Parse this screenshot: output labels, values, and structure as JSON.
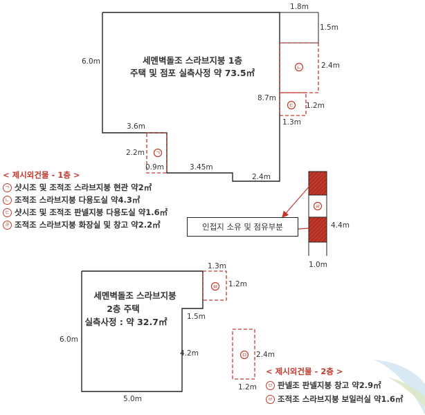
{
  "building1": {
    "title_line1": "세멘벽돌조 스라브지붕 1층",
    "title_line2": "주택 및 점포 실측사정 약 73.5㎡"
  },
  "building2": {
    "title_line1": "세멘벽돌조 스라브지붕",
    "title_line2": "2층 주택",
    "title_line3": "실측사정 : 약 32.7㎡"
  },
  "dimensions": {
    "d_1_8": "1.8m",
    "d_1_5_top": "1.5m",
    "d_6_0_top": "6.0m",
    "d_2_4_right": "2.4m",
    "d_8_7": "8.7m",
    "d_1_2_right": "1.2m",
    "d_1_3_right": "1.3m",
    "d_3_6": "3.6m",
    "d_2_2": "2.2m",
    "d_0_9": "0.9m",
    "d_3_45": "3.45m",
    "d_2_4_bottom": "2.4m",
    "d_4_4": "4.4m",
    "d_1_0": "1.0m",
    "d_1_3_lower": "1.3m",
    "d_1_2_lower": "1.2m",
    "d_1_5_lower": "1.5m",
    "d_6_0_lower": "6.0m",
    "d_4_2": "4.2m",
    "d_5_0": "5.0m",
    "d_2_4_lower": "2.4m",
    "d_1_2_bottom": "1.2m"
  },
  "neighbor_label": "인접지 소유 및 점유부분",
  "legend1": {
    "header": "< 제시외건물 - 1층 >",
    "items": [
      {
        "mark": "ㄱ",
        "text": "샷시조 및 조적조 스라브지붕 현관 약2㎡"
      },
      {
        "mark": "ㄴ",
        "text": "조적조 스라브지붕 다용도실 약4.3㎡"
      },
      {
        "mark": "ㄷ",
        "text": "샷시조 및 조적조 판넬지붕 다용도실 약1.6㎡"
      },
      {
        "mark": "ㄹ",
        "text": "조적조 스라브지붕 화장실 및 창고 약2.2㎡"
      }
    ]
  },
  "legend2": {
    "header": "< 제시외건물 - 2층 >",
    "items": [
      {
        "mark": "ㅁ",
        "text": "판넬조 판넬지붕 창고 약2.9㎡"
      },
      {
        "mark": "ㅂ",
        "text": "조적조 스라브지붕 보일러실 약1.6㎡"
      }
    ]
  },
  "marks": {
    "a": "ㄱ",
    "b": "ㄴ",
    "c": "ㄷ",
    "d": "ㄹ",
    "e": "ㅁ",
    "f": "ㅂ"
  },
  "colors": {
    "dashed": "#c0392b",
    "hatched_fill": "#c0392b",
    "outline": "#222222"
  }
}
